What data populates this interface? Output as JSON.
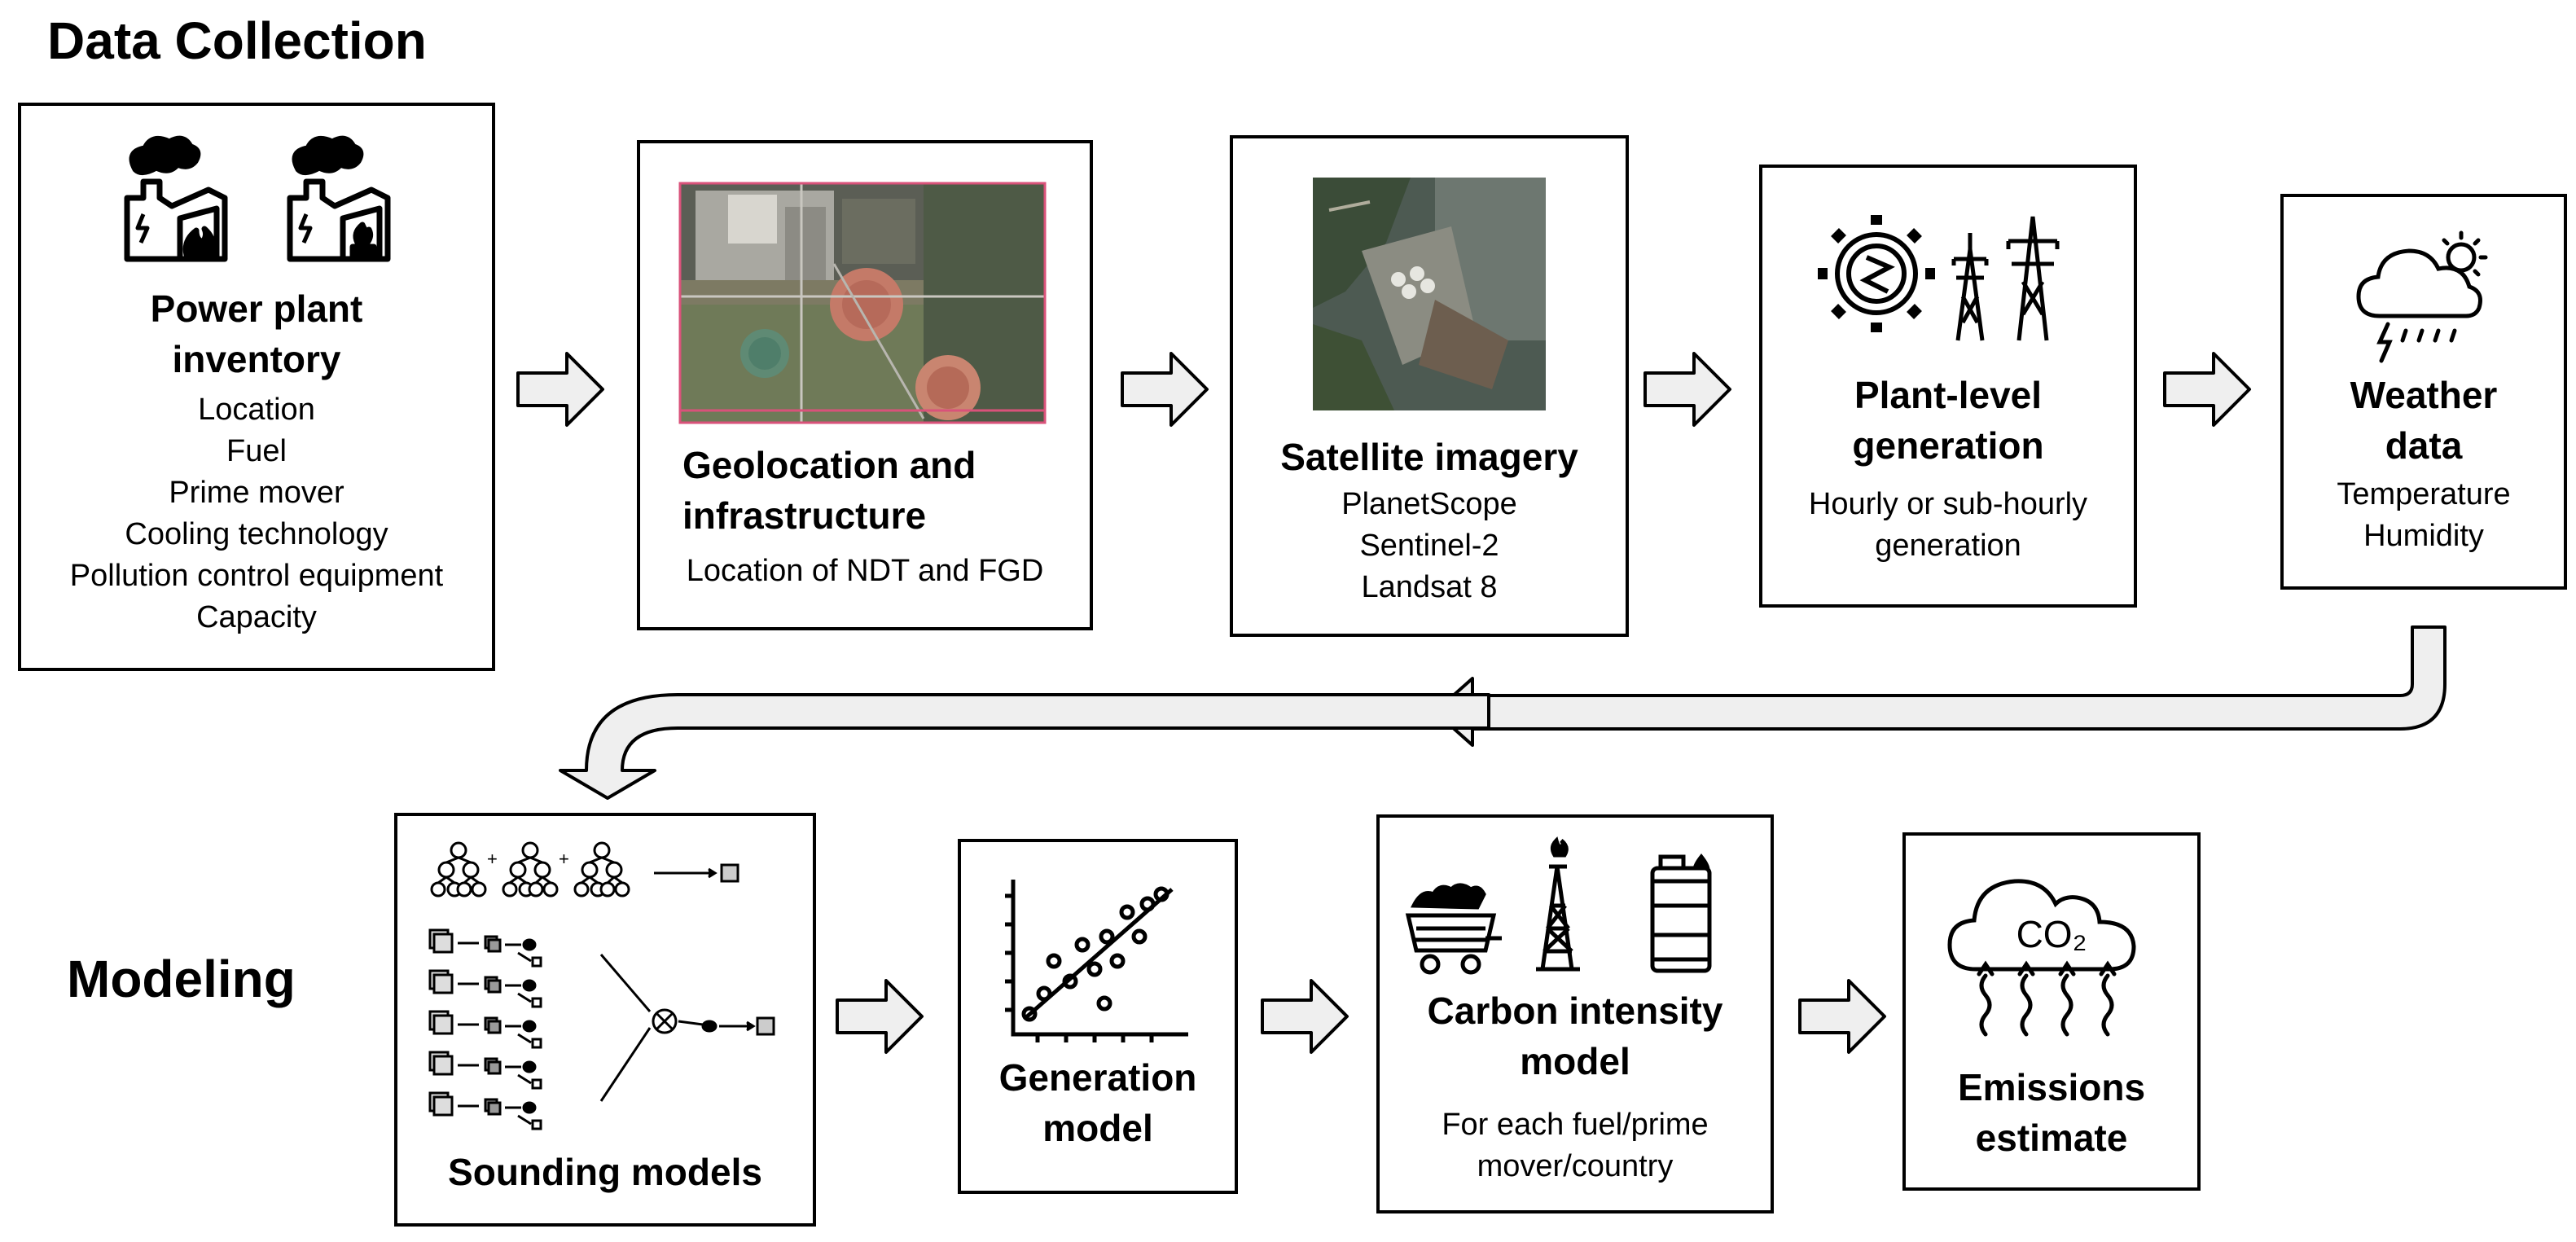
{
  "sections": {
    "data_collection": "Data Collection",
    "modeling": "Modeling"
  },
  "boxes": {
    "inventory": {
      "title": [
        "Power plant",
        "inventory"
      ],
      "lines": [
        "Location",
        "Fuel",
        "Prime mover",
        "Cooling technology",
        "Pollution control equipment",
        "Capacity"
      ],
      "icons": [
        "factory-fire-icon",
        "factory-gas-icon"
      ]
    },
    "geolocation": {
      "title": [
        "Geolocation and",
        "infrastructure"
      ],
      "lines": [
        "Location of NDT and FGD"
      ],
      "image": "aerial-plant-image"
    },
    "satellite": {
      "title": [
        "Satellite imagery"
      ],
      "lines": [
        "PlanetScope",
        "Sentinel-2",
        "Landsat 8"
      ],
      "image": "satellite-image"
    },
    "generation": {
      "title": [
        "Plant-level",
        "generation"
      ],
      "lines": [
        "Hourly or sub-hourly",
        "generation"
      ],
      "icons": [
        "gear-lightning-icon",
        "transmission-tower-icon"
      ]
    },
    "weather": {
      "title": [
        "Weather",
        "data"
      ],
      "lines": [
        "Temperature",
        "Humidity"
      ],
      "icons": [
        "storm-cloud-icon"
      ]
    },
    "sounding": {
      "title": [
        "Sounding models"
      ],
      "icons": [
        "tree-ensemble-icon",
        "neural-network-icon"
      ]
    },
    "gen_model": {
      "title": [
        "Generation",
        "model"
      ],
      "icons": [
        "scatter-regression-icon"
      ]
    },
    "carbon": {
      "title": [
        "Carbon intensity",
        "model"
      ],
      "lines": [
        "For each fuel/prime",
        "mover/country"
      ],
      "icons": [
        "coal-cart-icon",
        "oil-rig-icon",
        "oil-barrel-icon"
      ]
    },
    "emissions": {
      "title": [
        "Emissions",
        "estimate"
      ],
      "icon_text": "CO₂",
      "icons": [
        "co2-cloud-icon"
      ]
    }
  },
  "colors": {
    "arrow_fill": "#efefef",
    "border": "#000000"
  }
}
